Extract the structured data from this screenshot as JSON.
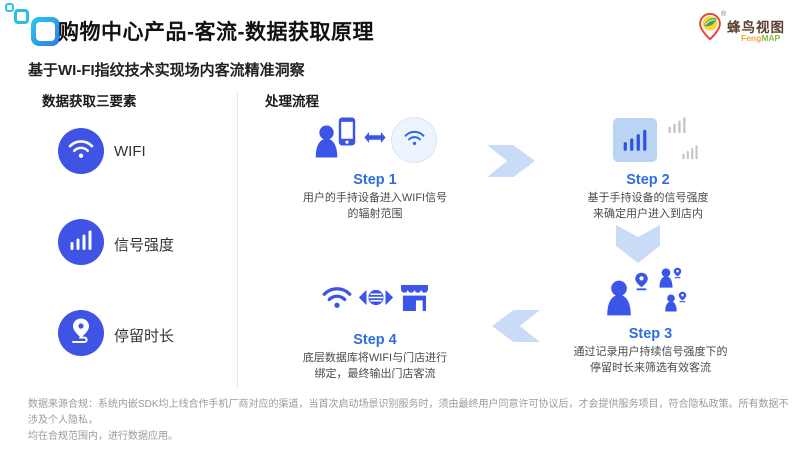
{
  "header": {
    "title": "购物中心产品-客流-数据获取原理",
    "brand_name": "蜂鸟视图",
    "brand_sub_orange": "Feng",
    "brand_sub_green": "MAP",
    "registered_mark": "®"
  },
  "subtitle": "基于WI-FI指纹技术实现场内客流精准洞察",
  "sidebar": {
    "heading": "数据获取三要素",
    "items": [
      {
        "icon": "wifi-icon",
        "label": "WIFI"
      },
      {
        "icon": "signal-bars-icon",
        "label": "信号强度"
      },
      {
        "icon": "dwell-pin-icon",
        "label": "停留时长"
      }
    ]
  },
  "flow": {
    "heading": "处理流程",
    "steps": [
      {
        "label": "Step 1",
        "desc": [
          "用户的手持设备进入WIFI信号",
          "的辐射范围"
        ]
      },
      {
        "label": "Step 2",
        "desc": [
          "基于手持设备的信号强度",
          "来确定用户进入到店内"
        ]
      },
      {
        "label": "Step 3",
        "desc": [
          "通过记录用户持续信号强度下的",
          "停留时长来筛选有效客流"
        ]
      },
      {
        "label": "Step 4",
        "desc": [
          "底层数据库将WIFI与门店进行",
          "绑定，最终输出门店客流"
        ]
      }
    ]
  },
  "footer": {
    "disclaimer": [
      "数据来源合规：系统内嵌SDK均上线合作手机厂商对应的渠道，当首次启动场景识别服务时，须由最终用户同意许可协议后，才会提供服务项目，符合隐私政策。所有数据不涉及个人隐私，",
      "均在合规范围内，进行数据应用。"
    ]
  },
  "colors": {
    "primary_blue": "#3F53E4",
    "icon_blue": "#3B55E8",
    "step_label_blue": "#2D6FE0",
    "flow_arrow_blue": "#C9DBF7",
    "logo_cyan": "#2CC9EA",
    "logo_blue": "#2E7BE8",
    "brand_text_brown": "#5C4033"
  }
}
